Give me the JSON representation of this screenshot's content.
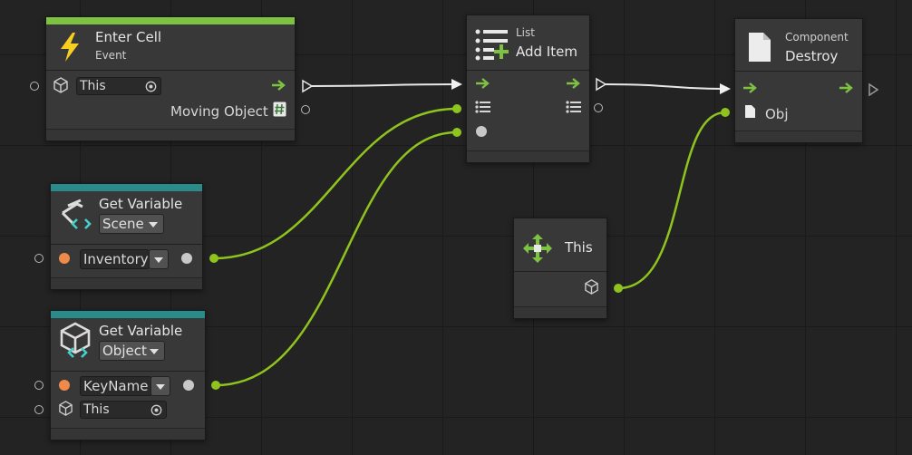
{
  "colors": {
    "wire_exec": "#e8e8e8",
    "wire_data": "#8fc31e",
    "accent_green": "#7ec242",
    "accent_teal": "#2a8c8a",
    "port_orange": "#f08a4b"
  },
  "nodes": {
    "enter_cell": {
      "title": "Enter Cell",
      "subtitle": "Event",
      "target_value": "This",
      "output_label": "Moving Object",
      "icon": "lightning-icon"
    },
    "list_add": {
      "category": "List",
      "title": "Add Item",
      "icon": "list-add-icon"
    },
    "component_destroy": {
      "category": "Component",
      "title": "Destroy",
      "obj_label": "Obj",
      "icon": "document-icon"
    },
    "get_var_scene": {
      "title": "Get Variable",
      "scope": "Scene",
      "name_value": "Inventory",
      "icon": "scene-variable-icon"
    },
    "get_var_object": {
      "title": "Get Variable",
      "scope": "Object",
      "name_value": "KeyName",
      "target_value": "This",
      "icon": "object-variable-icon"
    },
    "this_node": {
      "title": "This",
      "icon": "self-target-icon"
    }
  }
}
